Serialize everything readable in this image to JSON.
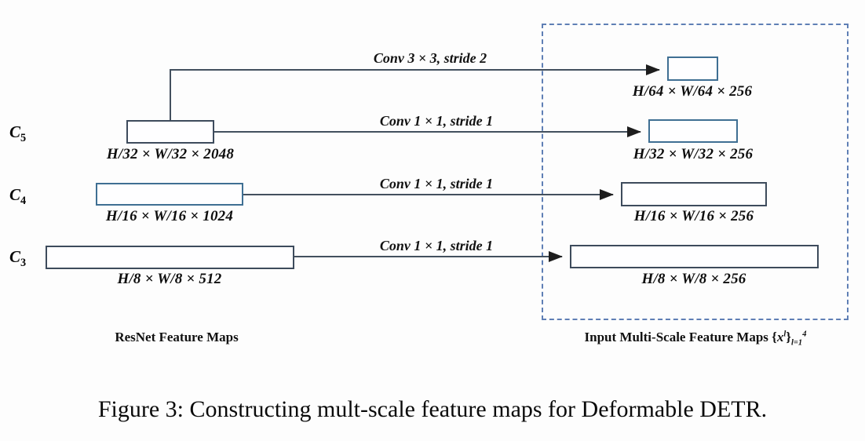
{
  "figure": {
    "caption": "Figure 3: Constructing mult-scale feature maps for Deformable DETR.",
    "left_group_caption": "ResNet Feature Maps",
    "right_group_caption_prefix": "Input Multi-Scale Feature Maps {",
    "right_group_caption_var": "x",
    "right_group_caption_sup": "l",
    "right_group_caption_mid": "}",
    "right_group_caption_sub": "l=1",
    "right_group_caption_sup2": "4"
  },
  "colors": {
    "box_border_dark": "#3d4b5c",
    "box_border_blue": "#3f6f93",
    "dashed_region": "#5f7fb5",
    "arrow": "#2b2b2b",
    "background": "#fdfdfd",
    "text": "#0a0a0a"
  },
  "stages": [
    {
      "id": "c5",
      "label": "C",
      "sub": "5"
    },
    {
      "id": "c4",
      "label": "C",
      "sub": "4"
    },
    {
      "id": "c3",
      "label": "C",
      "sub": "3"
    }
  ],
  "backbone_boxes": [
    {
      "id": "c5-box",
      "dims": "H/32 × W/32 × 2048"
    },
    {
      "id": "c4-box",
      "dims": "H/16 × W/16 × 1024"
    },
    {
      "id": "c3-box",
      "dims": "H/8 × W/8 × 512"
    }
  ],
  "output_boxes": [
    {
      "id": "p6-box",
      "dims": "H/64 × W/64 × 256"
    },
    {
      "id": "p5-box",
      "dims": "H/32 × W/32 × 256"
    },
    {
      "id": "p4-box",
      "dims": "H/16 × W/16 × 256"
    },
    {
      "id": "p3-box",
      "dims": "H/8 × W/8 × 256"
    }
  ],
  "operations": [
    {
      "id": "op-conv3x3-s2",
      "label": "Conv 3 × 3, stride 2"
    },
    {
      "id": "op-conv1x1-s1-c5",
      "label": "Conv 1 × 1, stride 1"
    },
    {
      "id": "op-conv1x1-s1-c4",
      "label": "Conv 1 × 1, stride 1"
    },
    {
      "id": "op-conv1x1-s1-c3",
      "label": "Conv 1 × 1, stride 1"
    }
  ]
}
